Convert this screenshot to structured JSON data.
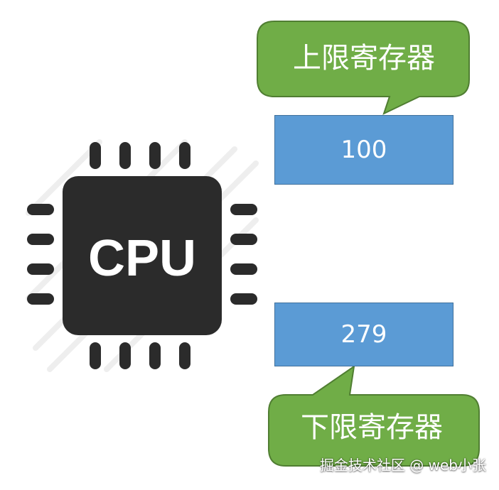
{
  "cpu": {
    "label": "CPU",
    "icon": "cpu-chip-icon"
  },
  "upper_register": {
    "label": "上限寄存器",
    "value": "100"
  },
  "lower_register": {
    "label": "下限寄存器",
    "value": "279"
  },
  "watermark": "掘金技术社区 @ web小张",
  "colors": {
    "bubble_fill": "#70ad47",
    "bubble_stroke": "#507e32",
    "box_fill": "#5b9bd5",
    "chip_fill": "#2b2b2b"
  }
}
